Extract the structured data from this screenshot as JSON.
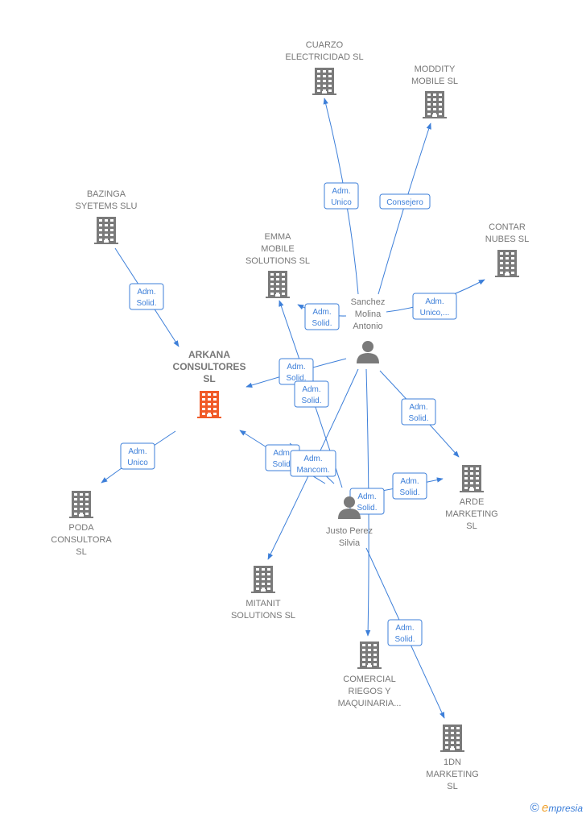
{
  "colors": {
    "company": "#7a7a7a",
    "focus": "#f05a28",
    "person": "#7a7a7a",
    "edge": "#3d7fd9"
  },
  "nodes": [
    {
      "id": "cuarzo",
      "type": "company",
      "lines": [
        "CUARZO",
        "ELECTRICIDAD SL"
      ]
    },
    {
      "id": "moddity",
      "type": "company",
      "lines": [
        "MODDITY",
        "MOBILE  SL"
      ]
    },
    {
      "id": "bazinga",
      "type": "company",
      "lines": [
        "BAZINGA",
        "SYETEMS SLU"
      ]
    },
    {
      "id": "emma",
      "type": "company",
      "lines": [
        "EMMA",
        "MOBILE",
        "SOLUTIONS SL"
      ]
    },
    {
      "id": "contar",
      "type": "company",
      "lines": [
        "CONTAR",
        "NUBES SL"
      ]
    },
    {
      "id": "arkana",
      "type": "focus",
      "lines": [
        "ARKANA",
        "CONSULTORES",
        "SL"
      ]
    },
    {
      "id": "sanchez",
      "type": "person",
      "lines": [
        "Sanchez",
        "Molina",
        "Antonio"
      ]
    },
    {
      "id": "arde",
      "type": "company",
      "lines": [
        "ARDE",
        "MARKETING",
        "SL"
      ]
    },
    {
      "id": "poda",
      "type": "company",
      "lines": [
        "PODA",
        "CONSULTORA",
        "SL"
      ]
    },
    {
      "id": "justo",
      "type": "person",
      "lines": [
        "Justo Perez",
        "Silvia"
      ]
    },
    {
      "id": "mitanit",
      "type": "company",
      "lines": [
        "MITANIT",
        "SOLUTIONS SL"
      ]
    },
    {
      "id": "comercial",
      "type": "company",
      "lines": [
        "COMERCIAL",
        "RIEGOS Y",
        "MAQUINARIA..."
      ]
    },
    {
      "id": "1dn",
      "type": "company",
      "lines": [
        "1DN",
        "MARKETING",
        "SL"
      ]
    }
  ],
  "edges": [
    {
      "from": "sanchez",
      "to": "cuarzo",
      "label": [
        "Adm.",
        "Unico"
      ]
    },
    {
      "from": "sanchez",
      "to": "moddity",
      "label": [
        "Consejero"
      ]
    },
    {
      "from": "bazinga",
      "to": "arkana",
      "label": [
        "Adm.",
        "Solid."
      ]
    },
    {
      "from": "sanchez",
      "to": "emma",
      "label": [
        "Adm.",
        "Solid."
      ]
    },
    {
      "from": "sanchez",
      "to": "contar",
      "label": [
        "Adm.",
        "Unico,..."
      ]
    },
    {
      "from": "sanchez",
      "to": "arkana",
      "label": [
        "Adm.",
        "Solid."
      ]
    },
    {
      "from": "justo",
      "to": "emma",
      "label": [
        "Adm.",
        "Solid."
      ]
    },
    {
      "from": "sanchez",
      "to": "arde",
      "label": [
        "Adm.",
        "Solid."
      ]
    },
    {
      "from": "arkana",
      "to": "poda",
      "label": [
        "Adm.",
        "Unico"
      ]
    },
    {
      "from": "justo",
      "to": "arkana",
      "label": [
        "Adm.",
        "Solid."
      ]
    },
    {
      "from": "justo",
      "to": "arkana",
      "label": [
        "Adm.",
        "Mancom."
      ]
    },
    {
      "from": "justo",
      "to": "arde",
      "label": [
        "Adm.",
        "Solid."
      ]
    },
    {
      "from": "sanchez",
      "to": "mitanit",
      "label": [
        "Adm.",
        "Solid."
      ]
    },
    {
      "from": "sanchez",
      "to": "comercial",
      "label": []
    },
    {
      "from": "justo",
      "to": "1dn",
      "label": [
        "Adm.",
        "Solid."
      ]
    }
  ],
  "footer": {
    "copyright": "©",
    "brand_initial": "e",
    "brand_rest": "mpresia"
  }
}
